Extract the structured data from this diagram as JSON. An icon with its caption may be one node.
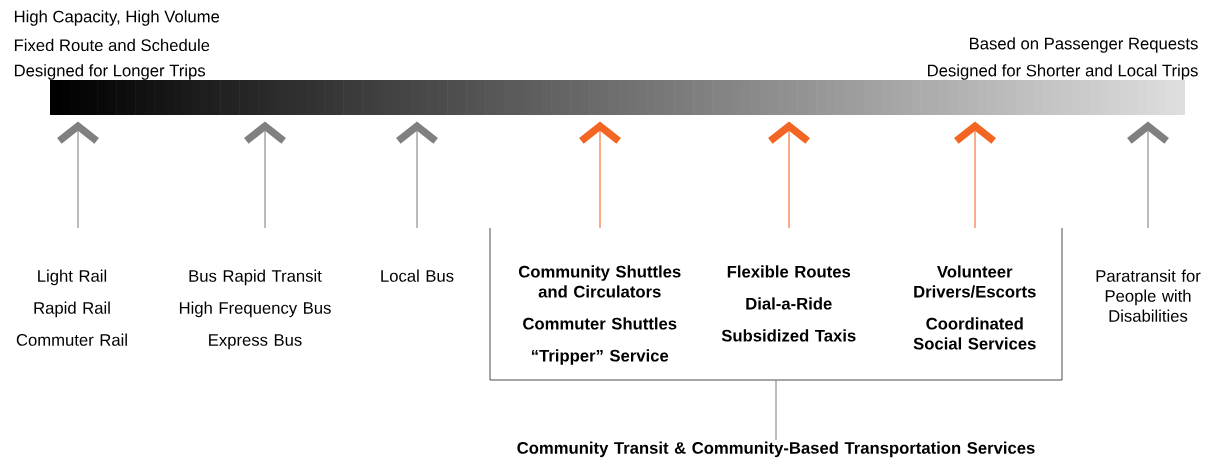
{
  "diagram": {
    "nodes": [
      {
        "text": [],
        "shape": "bar"
      },
      {
        "text": [
          "Light Rail",
          "Rapid Rail",
          "Commuter Rail"
        ]
      },
      {
        "text": [
          "Bus Rapid Transit",
          "High Frequency Bus",
          "Express Bus"
        ]
      },
      {
        "text": [
          "Local Bus"
        ]
      },
      {
        "text": [],
        "shape": "box"
      },
      {
        "text": [
          "Community Shuttles and Circulators",
          "Commuter Shuttles",
          "“Tripper” Service"
        ],
        "in": 4
      },
      {
        "text": [
          "Flexible Routes",
          "Dial-a-Ride",
          "Subsidized Taxis"
        ],
        "in": 4
      },
      {
        "text": [
          "Volunteer Drivers/Escorts",
          "Coordinated Social Services"
        ],
        "in": 4
      },
      {
        "text": [
          "Paratransit for People with Disabilities"
        ]
      },
      {
        "text": [
          "Community Transit & Community-Based Transportation Services"
        ]
      }
    ],
    "edges": [
      {
        "from": 1,
        "to": 0,
        "arrow": "to"
      },
      {
        "from": 2,
        "to": 0,
        "arrow": "to"
      },
      {
        "from": 3,
        "to": 0,
        "arrow": "to"
      },
      {
        "from": 5,
        "to": 0,
        "arrow": "to",
        "color": "#f26522"
      },
      {
        "from": 6,
        "to": 0,
        "arrow": "to",
        "color": "#f26522"
      },
      {
        "from": 7,
        "to": 0,
        "arrow": "to",
        "color": "#f26522"
      },
      {
        "from": 8,
        "to": 0,
        "arrow": "to"
      },
      {
        "from": 4,
        "to": 9,
        "arrow": "none"
      }
    ],
    "labels": [
      "High Capacity, High Volume",
      "Fixed Route and Schedule",
      "Designed for Longer Trips",
      "Based on Passenger Requests",
      "Designed for Shorter and Local Trips"
    ]
  }
}
